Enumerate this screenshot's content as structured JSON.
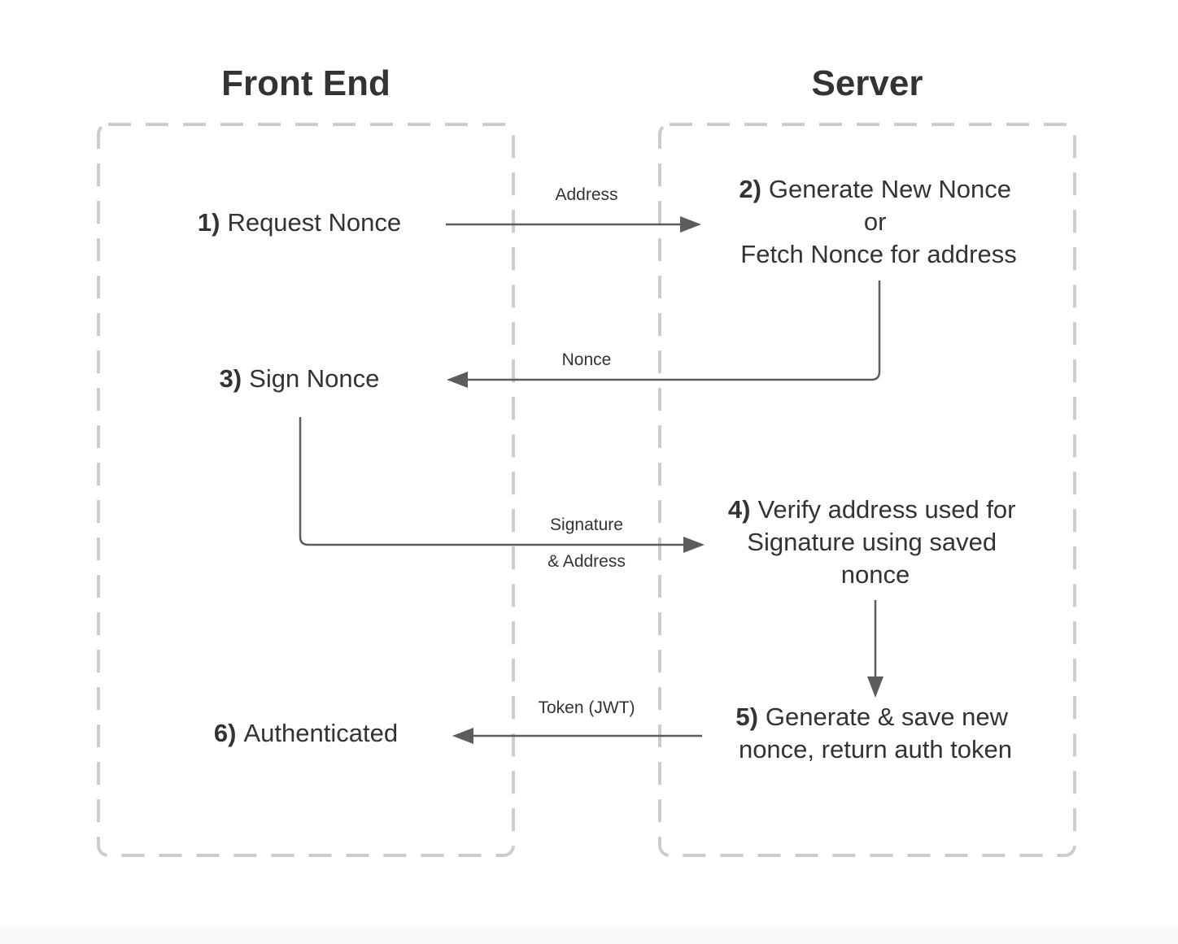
{
  "lanes": {
    "front_end": {
      "title": "Front End"
    },
    "server": {
      "title": "Server"
    }
  },
  "steps": {
    "s1": {
      "num": "1)",
      "text": "Request Nonce"
    },
    "s2": {
      "num": "2)",
      "line1": "Generate New Nonce",
      "line2": "or",
      "line3": "Fetch Nonce for address"
    },
    "s3": {
      "num": "3)",
      "text": "Sign Nonce"
    },
    "s4": {
      "num": "4)",
      "line1": "Verify address used for",
      "line2": "Signature using saved",
      "line3": "nonce"
    },
    "s5": {
      "num": "5)",
      "line1": "Generate & save new",
      "line2": "nonce, return auth token"
    },
    "s6": {
      "num": "6)",
      "text": "Authenticated"
    }
  },
  "messages": {
    "address": "Address",
    "nonce": "Nonce",
    "signature_line1": "Signature",
    "signature_line2": "& Address",
    "token": "Token (JWT)"
  },
  "colors": {
    "text": "#333333",
    "arrow": "#5c5c5c",
    "lane_border": "#cccccc"
  }
}
